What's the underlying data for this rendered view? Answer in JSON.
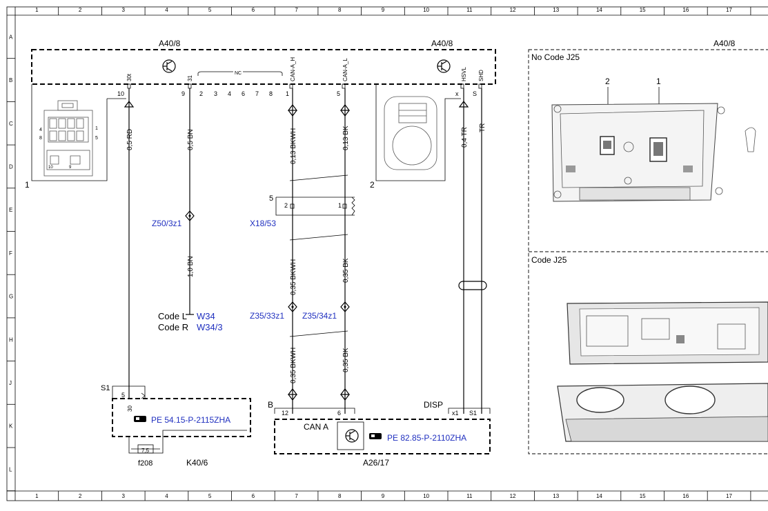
{
  "grid": {
    "cols": [
      "1",
      "2",
      "3",
      "4",
      "5",
      "6",
      "7",
      "8",
      "9",
      "10",
      "11",
      "12",
      "13",
      "14",
      "15",
      "16",
      "17"
    ],
    "rows": [
      "A",
      "B",
      "C",
      "D",
      "E",
      "F",
      "G",
      "H",
      "J",
      "K",
      "L"
    ]
  },
  "components": {
    "a40_8_left": "A40/8",
    "a40_8_mid": "A40/8",
    "a40_8_right": "A40/8",
    "item1": "1",
    "item2": "2",
    "item5": "5",
    "no_code_j25": "No  Code J25",
    "code_j25": "Code J25",
    "photo_callout_2": "2",
    "photo_callout_1": "1",
    "x18_53": "X18/53",
    "k40_6": "K40/6",
    "f208": "f208",
    "fuse_rating": "7,5",
    "a26_17": "A26/17",
    "s1_left": "S1",
    "b_label": "B",
    "disp": "DISP",
    "can_a": "CAN A",
    "pe_left": "PE 54.15-P-2115ZHA",
    "pe_right": "PE 82.85-P-2110ZHA",
    "code_l": "Code L",
    "code_r": "Code R",
    "w34": "W34",
    "w34_3": "W34/3"
  },
  "pins": {
    "p30t": "30t",
    "p31": "31",
    "nc": "NC",
    "can_h": "CAN-A_H",
    "can_l": "CAN-A_L",
    "hsvl": "HSVL",
    "shd": "SHD",
    "n10": "10",
    "n9": "9",
    "n2": "2",
    "n3": "3",
    "n4": "4",
    "n6": "6",
    "n7": "7",
    "n8": "8",
    "n1": "1",
    "n5": "5",
    "nx": "x",
    "ns": "S",
    "conn4": "4",
    "conn8": "8",
    "conn1": "1",
    "conn5": "5",
    "conn10": "10",
    "conn9": "9",
    "x_pin2": "2",
    "x_pin1": "1",
    "k_pin5": "5",
    "k_pin30": "30",
    "a_pin12": "12",
    "a_pin6": "6",
    "a_pinx1": "x1",
    "a_pins1": "S1"
  },
  "wires": {
    "rd": "0,5 RD",
    "bn": "0,5 BN",
    "bn2": "1,0 BN",
    "bkwh1": "0,13 BKWH",
    "bk1": "0,13 BK",
    "bkwh2": "0,35 BKWH",
    "bk2": "0,35 BK",
    "bkwh3": "0,35 BKWH",
    "bk3": "0,35 BK",
    "tr1": "0,4 TR",
    "tr2": "TR"
  },
  "splices": {
    "z50": "Z50/3z1",
    "z35_33": "Z35/33z1",
    "z35_34": "Z35/34z1"
  }
}
